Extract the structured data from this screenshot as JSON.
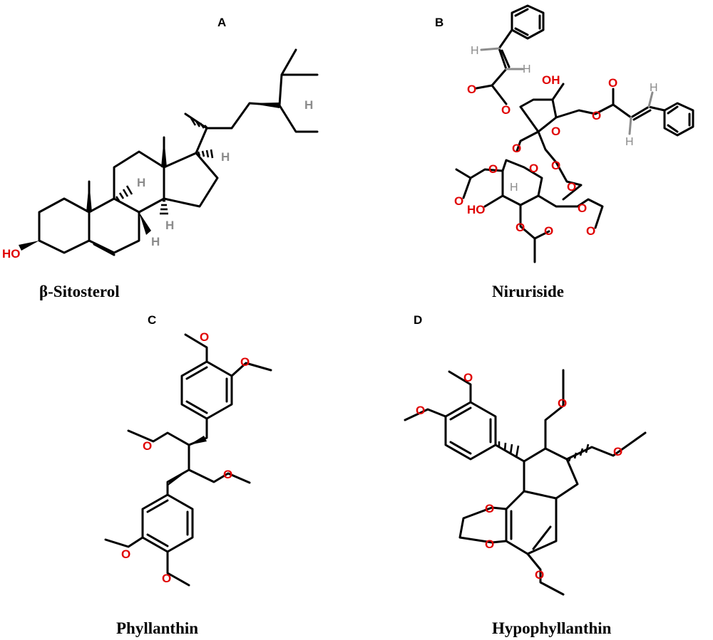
{
  "panels": [
    {
      "letter": "A",
      "name": "β-Sitosterol"
    },
    {
      "letter": "B",
      "name": "Niruriside"
    },
    {
      "letter": "C",
      "name": "Phyllanthin"
    },
    {
      "letter": "D",
      "name": "Hypophyllanthin"
    }
  ],
  "atom_labels": {
    "hydroxyl": "HO",
    "hydroxyl_r": "OH",
    "oxygen": "O",
    "hydrogen": "H"
  },
  "colors": {
    "oxygen": "#e00000",
    "hydrogen": "#8c8c8c",
    "bond": "#000000"
  }
}
